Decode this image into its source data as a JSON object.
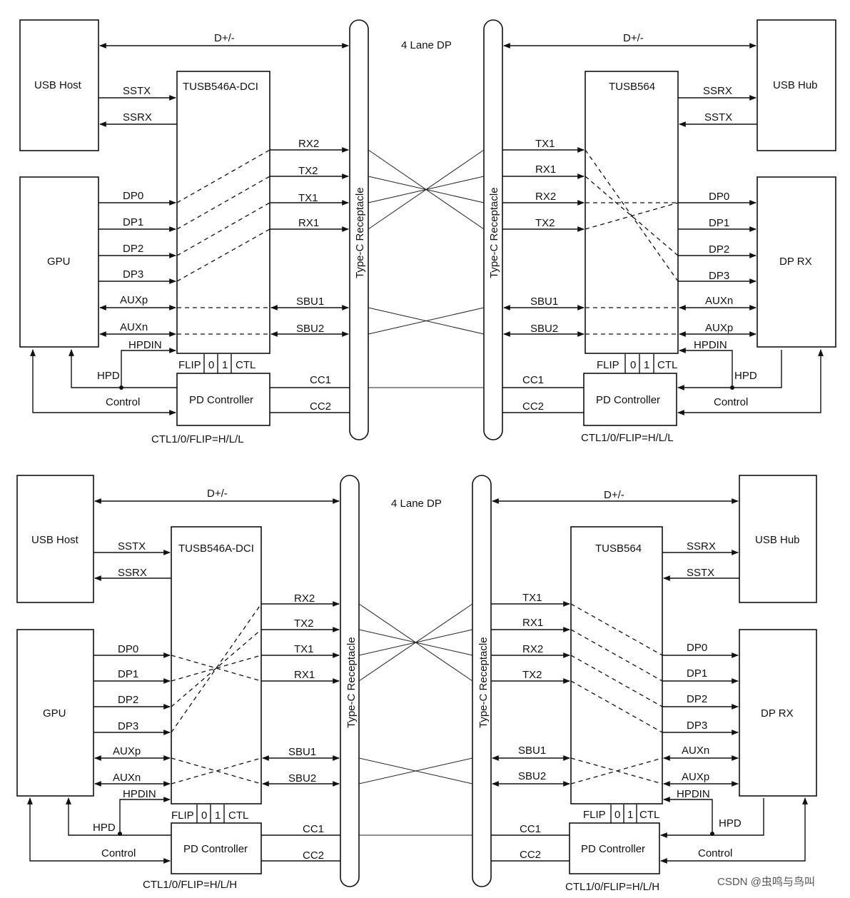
{
  "diagrams": [
    {
      "id": "top",
      "left": {
        "usb_host": "USB Host",
        "gpu": "GPU",
        "mux": "TUSB546A-DCI",
        "pd": "PD Controller",
        "d_bus": "D+/-",
        "sstx": "SSTX",
        "ssrx": "SSRX",
        "dp": [
          "DP0",
          "DP1",
          "DP2",
          "DP3"
        ],
        "aux": [
          "AUXp",
          "AUXn"
        ],
        "hpdin": "HPDIN",
        "hpd": "HPD",
        "control": "Control",
        "flip": "FLIP",
        "b0": "0",
        "b1": "1",
        "ctl": "CTL",
        "lanes": [
          "RX2",
          "TX2",
          "TX1",
          "RX1"
        ],
        "sbu": [
          "SBU1",
          "SBU2"
        ],
        "cc": [
          "CC1",
          "CC2"
        ],
        "setting": "CTL1/0/FLIP=H/L/L"
      },
      "center": {
        "lane_label": "4 Lane DP",
        "receptacle_left": "Type-C Receptacle",
        "receptacle_right": "Type-C Receptacle"
      },
      "right": {
        "usb_hub": "USB Hub",
        "dprx": "DP RX",
        "mux": "TUSB564",
        "pd": "PD Controller",
        "d_bus": "D+/-",
        "ssrx": "SSRX",
        "sstx": "SSTX",
        "dp": [
          "DP0",
          "DP1",
          "DP2",
          "DP3"
        ],
        "aux": [
          "AUXn",
          "AUXp"
        ],
        "hpdin": "HPDIN",
        "hpd": "HPD",
        "control": "Control",
        "flip": "FLIP",
        "b0": "0",
        "b1": "1",
        "ctl": "CTL",
        "lanes": [
          "TX1",
          "RX1",
          "RX2",
          "TX2"
        ],
        "sbu": [
          "SBU1",
          "SBU2"
        ],
        "cc": [
          "CC1",
          "CC2"
        ],
        "setting": "CTL1/0/FLIP=H/L/L"
      }
    },
    {
      "id": "bottom",
      "left": {
        "usb_host": "USB Host",
        "gpu": "GPU",
        "mux": "TUSB546A-DCI",
        "pd": "PD Controller",
        "d_bus": "D+/-",
        "sstx": "SSTX",
        "ssrx": "SSRX",
        "dp": [
          "DP0",
          "DP1",
          "DP2",
          "DP3"
        ],
        "aux": [
          "AUXp",
          "AUXn"
        ],
        "hpdin": "HPDIN",
        "hpd": "HPD",
        "control": "Control",
        "flip": "FLIP",
        "b0": "0",
        "b1": "1",
        "ctl": "CTL",
        "lanes": [
          "RX2",
          "TX2",
          "TX1",
          "RX1"
        ],
        "sbu": [
          "SBU1",
          "SBU2"
        ],
        "cc": [
          "CC1",
          "CC2"
        ],
        "setting": "CTL1/0/FLIP=H/L/H"
      },
      "center": {
        "lane_label": "4 Lane DP",
        "receptacle_left": "Type-C Receptacle",
        "receptacle_right": "Type-C Receptacle"
      },
      "right": {
        "usb_hub": "USB Hub",
        "dprx": "DP RX",
        "mux": "TUSB564",
        "pd": "PD Controller",
        "d_bus": "D+/-",
        "ssrx": "SSRX",
        "sstx": "SSTX",
        "dp": [
          "DP0",
          "DP1",
          "DP2",
          "DP3"
        ],
        "aux": [
          "AUXn",
          "AUXp"
        ],
        "hpdin": "HPDIN",
        "hpd": "HPD",
        "control": "Control",
        "flip": "FLIP",
        "b0": "0",
        "b1": "1",
        "ctl": "CTL",
        "lanes": [
          "TX1",
          "RX1",
          "RX2",
          "TX2"
        ],
        "sbu": [
          "SBU1",
          "SBU2"
        ],
        "cc": [
          "CC1",
          "CC2"
        ],
        "setting": "CTL1/0/FLIP=H/L/H"
      }
    }
  ],
  "watermark": "CSDN @虫鸣与鸟叫"
}
